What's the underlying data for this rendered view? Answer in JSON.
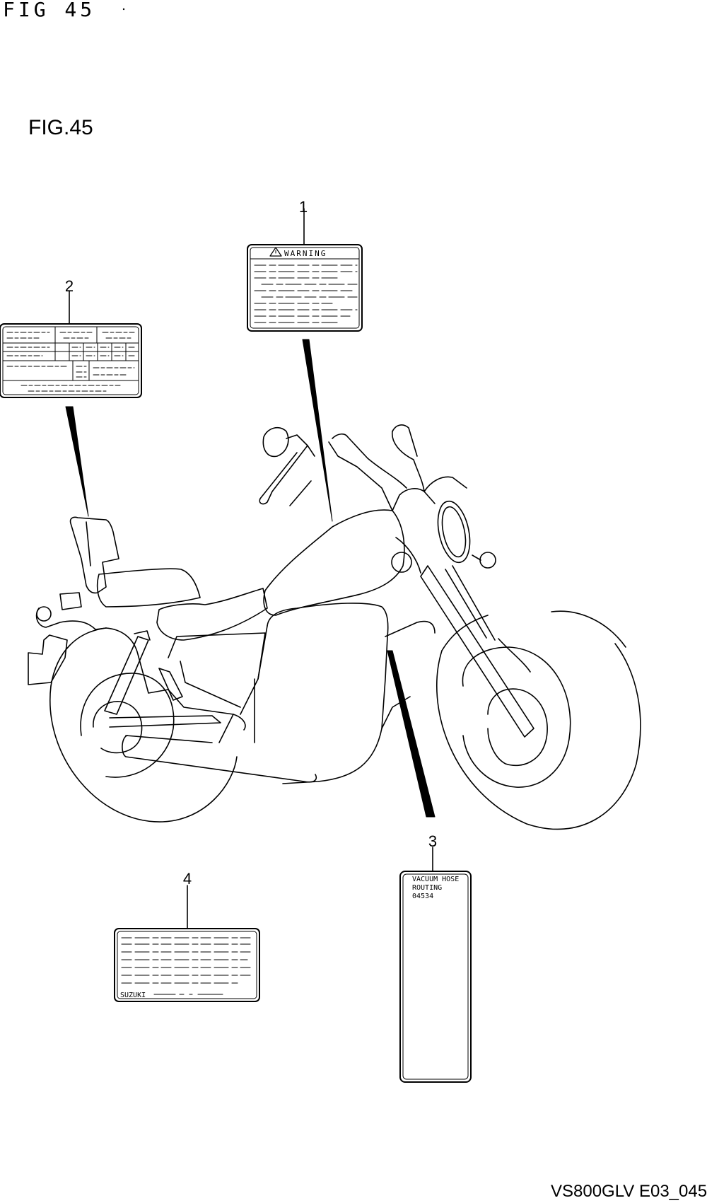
{
  "header": {
    "handwritten_title": "FIG 45",
    "figure_title": "FIG.45"
  },
  "callouts": [
    {
      "number": "1",
      "label_text": "WARNING"
    },
    {
      "number": "2"
    },
    {
      "number": "3",
      "label_text": [
        "VACUUM HOSE",
        "ROUTING",
        "04534"
      ]
    },
    {
      "number": "4",
      "label_text": "SUZUKI"
    }
  ],
  "footer": {
    "code": "VS800GLV E03_045"
  }
}
